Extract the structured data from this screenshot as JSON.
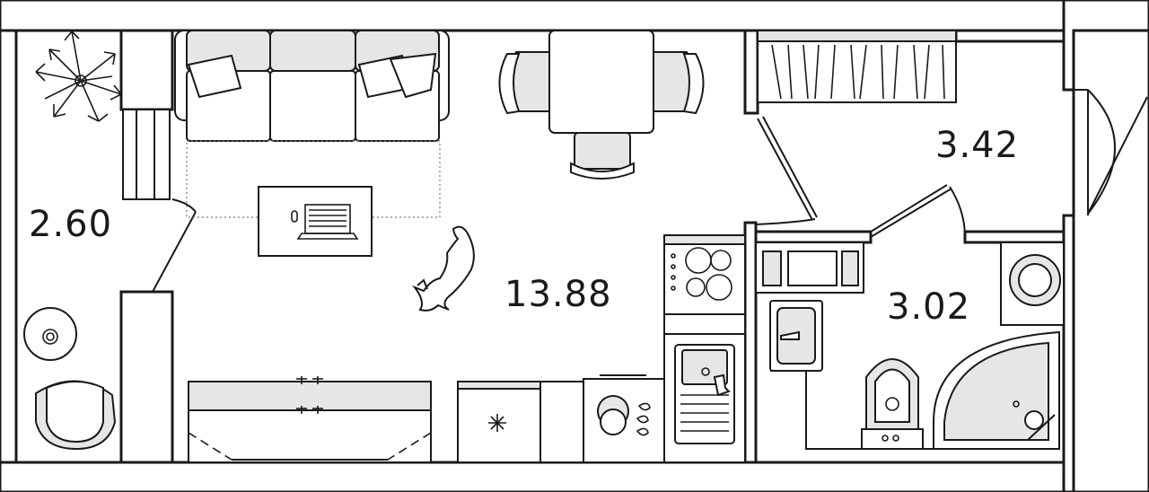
{
  "rooms": {
    "balcony_area": "2.60",
    "living_area": "13.88",
    "hallway_area": "3.42",
    "bathroom_area": "3.02"
  }
}
